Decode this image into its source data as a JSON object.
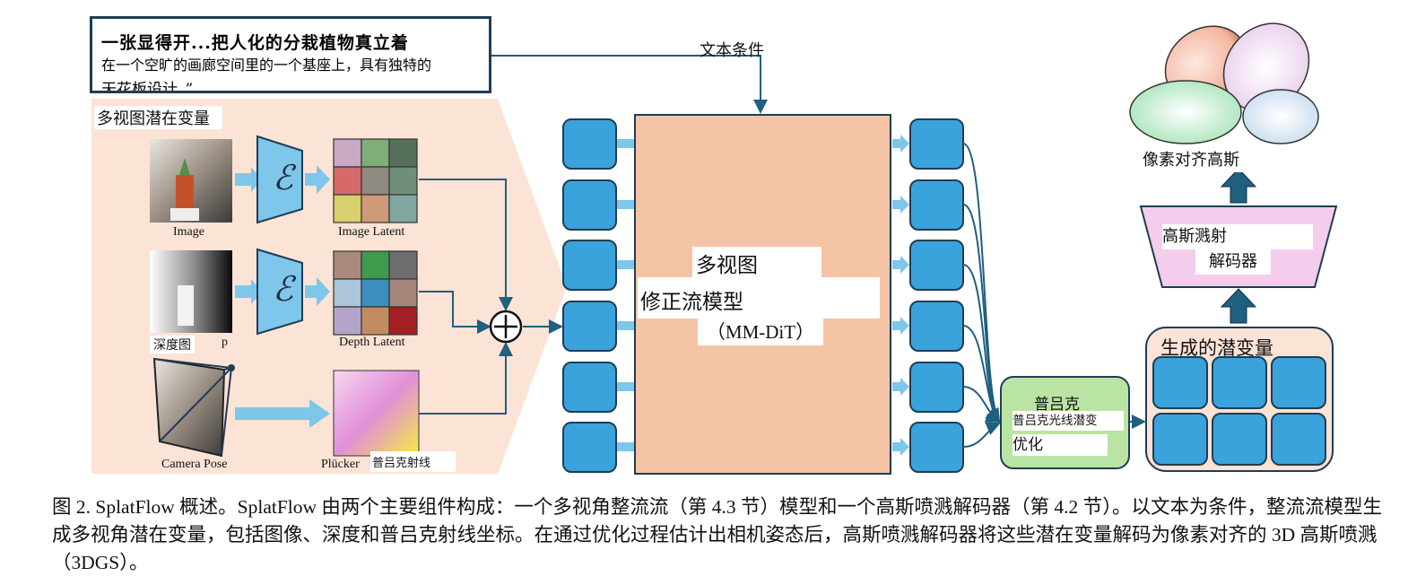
{
  "text_prompt": {
    "line1": "一张显得开...把人化的分栽植物真立着",
    "line2": "在一个空旷的画廊空间里的一个基座上，具有独特的",
    "line3": "天花板设计。”"
  },
  "labels": {
    "text_condition": "文本条件",
    "multiview_latent": "多视图潜在变量",
    "image": "Image",
    "image_latent": "Image Latent",
    "depth_map": "深度图",
    "depth_map_suffix": "p",
    "depth_latent": "Depth Latent",
    "camera_pose": "Camera Pose",
    "plucker": "Plücker",
    "plucker_cn": "普吕克射线",
    "encoder_symbol": "ℰ",
    "plus_symbol": "⊕",
    "rf_line1": "多视图",
    "rf_line2": "修正流模型",
    "rf_line3": "（MM-DiT）",
    "plucker_box_top": "普吕克",
    "plucker_box_mid": "普吕克光线潜变",
    "plucker_box_bot": "优化",
    "generated_latent": "生成的潜变量",
    "decoder_line1": "高斯溅射",
    "decoder_line2": "解码器",
    "pixel_aligned": "像素对齐高斯"
  },
  "caption": "图 2. SplatFlow 概述。SplatFlow 由两个主要组件构成：一个多视角整流流（第 4.3 节）模型和一个高斯喷溅解码器（第 4.2 节）。以文本为条件，整流流模型生成多视角潜在变量，包括图像、深度和普吕克射线坐标。在通过优化过程估计出相机姿态后，高斯喷溅解码器将这些潜在变量解码为像素对齐的 3D 高斯喷溅（3DGS）。",
  "colors": {
    "peach_bg": "#fbe3d6",
    "rf_box": "#f5c4a7",
    "token_blue": "#3aa3dc",
    "arrow_blue": "#7ec6ea",
    "line_teal": "#1f5f7f",
    "encoder_blue": "#7ec6ea",
    "plucker_green": "#b9e4a3",
    "decoder_pink": "#f3cdeb",
    "dark_arrow": "#1f5f7f",
    "ellipse_orange": "#f6b8a0",
    "ellipse_pink": "#ead5ee",
    "ellipse_green": "#b7e8c4",
    "ellipse_blue": "#cfe3f3"
  }
}
